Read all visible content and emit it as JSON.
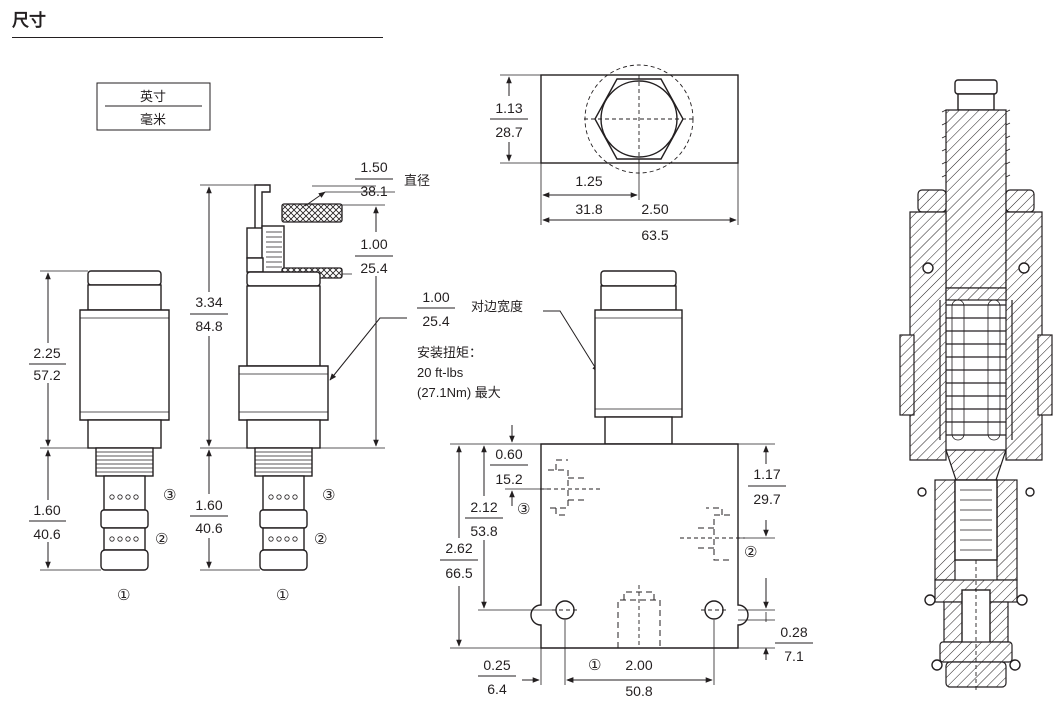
{
  "title": "尺寸",
  "unit_legend": {
    "inch": "英寸",
    "mm": "毫米"
  },
  "dims": {
    "body_len": {
      "in": "2.25",
      "mm": "57.2"
    },
    "cart_len": {
      "in": "1.60",
      "mm": "40.6"
    },
    "total_len": {
      "in": "3.34",
      "mm": "84.8"
    },
    "cart_len2": {
      "in": "1.60",
      "mm": "40.6"
    },
    "knob_dia": {
      "in": "1.50",
      "mm": "38.1"
    },
    "knob_gap": {
      "in": "1.00",
      "mm": "25.4"
    },
    "hex": {
      "in": "1.00",
      "mm": "25.4"
    },
    "top_height": {
      "in": "1.13",
      "mm": "28.7"
    },
    "top_half": {
      "in": "1.25",
      "mm": "31.8"
    },
    "top_width": {
      "in": "2.50",
      "mm": "63.5"
    },
    "port3_top": {
      "in": "0.60",
      "mm": "15.2"
    },
    "port3_pos": {
      "in": "2.12",
      "mm": "53.8"
    },
    "block_h": {
      "in": "2.62",
      "mm": "66.5"
    },
    "port2_pos": {
      "in": "1.17",
      "mm": "29.7"
    },
    "hole_in": {
      "in": "0.25",
      "mm": "6.4"
    },
    "hole_span": {
      "in": "2.00",
      "mm": "50.8"
    },
    "hole_up": {
      "in": "0.28",
      "mm": "7.1"
    }
  },
  "labels": {
    "diameter": "直径",
    "across_flats": "对边宽度",
    "torque_title": "安装扭矩：",
    "torque_value": "20 ft-lbs",
    "torque_max": "(27.1Nm) 最大"
  },
  "ports": {
    "p1": "①",
    "p2": "②",
    "p3": "③"
  }
}
